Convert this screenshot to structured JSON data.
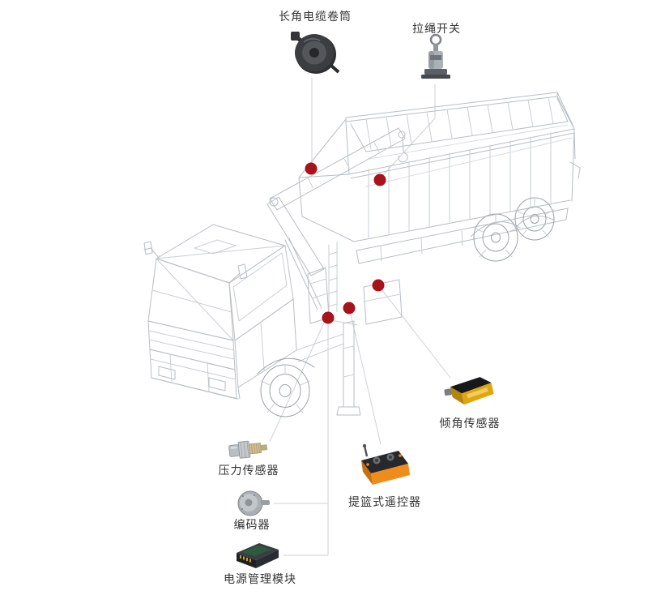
{
  "diagram": {
    "kind": "annotated-product-application-diagram",
    "subject_visual": "wireframe line drawing of a truck-mounted knuckle-boom crane on a flatbed truck",
    "marker_color": "#a8121a",
    "connector_color": "#cdd2d6",
    "wireframe_color": "#b7bec5",
    "components": [
      {
        "id": "cable-reel",
        "label": "长角电缆卷筒",
        "icon": "cable-reel-icon"
      },
      {
        "id": "pull-rope-switch",
        "label": "拉绳开关",
        "icon": "pull-rope-switch-icon"
      },
      {
        "id": "tilt-sensor",
        "label": "倾角传感器",
        "icon": "tilt-sensor-icon"
      },
      {
        "id": "remote-control",
        "label": "提篮式遥控器",
        "icon": "remote-control-icon"
      },
      {
        "id": "pressure-sensor",
        "label": "压力传感器",
        "icon": "pressure-sensor-icon"
      },
      {
        "id": "encoder",
        "label": "编码器",
        "icon": "encoder-icon"
      },
      {
        "id": "power-module",
        "label": "电源管理模块",
        "icon": "power-module-icon"
      }
    ]
  }
}
